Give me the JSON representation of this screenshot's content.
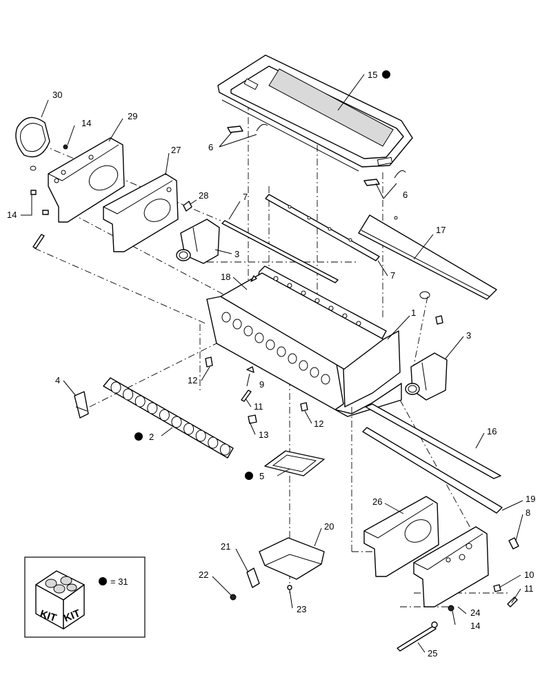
{
  "callouts": [
    {
      "id": "c15",
      "text": "15"
    },
    {
      "id": "c30",
      "text": "30"
    },
    {
      "id": "c14a",
      "text": "14"
    },
    {
      "id": "c29",
      "text": "29"
    },
    {
      "id": "c27",
      "text": "27"
    },
    {
      "id": "c6a",
      "text": "6"
    },
    {
      "id": "c6b",
      "text": "6"
    },
    {
      "id": "c28",
      "text": "28"
    },
    {
      "id": "c14b",
      "text": "14"
    },
    {
      "id": "c7a",
      "text": "7"
    },
    {
      "id": "c17",
      "text": "17"
    },
    {
      "id": "c3a",
      "text": "3"
    },
    {
      "id": "c7b",
      "text": "7"
    },
    {
      "id": "c18",
      "text": "18"
    },
    {
      "id": "c1",
      "text": "1"
    },
    {
      "id": "c3b",
      "text": "3"
    },
    {
      "id": "c4",
      "text": "4"
    },
    {
      "id": "c12a",
      "text": "12"
    },
    {
      "id": "c9",
      "text": "9"
    },
    {
      "id": "c11a",
      "text": "11"
    },
    {
      "id": "c12b",
      "text": "12"
    },
    {
      "id": "c16",
      "text": "16"
    },
    {
      "id": "c13",
      "text": "13"
    },
    {
      "id": "c2",
      "text": "2"
    },
    {
      "id": "c5",
      "text": "5"
    },
    {
      "id": "c19",
      "text": "19"
    },
    {
      "id": "c26",
      "text": "26"
    },
    {
      "id": "c8",
      "text": "8"
    },
    {
      "id": "c20",
      "text": "20"
    },
    {
      "id": "c21",
      "text": "21"
    },
    {
      "id": "c10",
      "text": "10"
    },
    {
      "id": "c22",
      "text": "22"
    },
    {
      "id": "c11b",
      "text": "11"
    },
    {
      "id": "c24",
      "text": "24"
    },
    {
      "id": "c23",
      "text": "23"
    },
    {
      "id": "c14c",
      "text": "14"
    },
    {
      "id": "c25",
      "text": "25"
    }
  ],
  "kit_box": {
    "kit_label_1": "KIT",
    "kit_label_2": "KIT",
    "legend_equals": "= 31"
  },
  "icons": [
    "kit-box-icon",
    "filled-dot-marker"
  ]
}
